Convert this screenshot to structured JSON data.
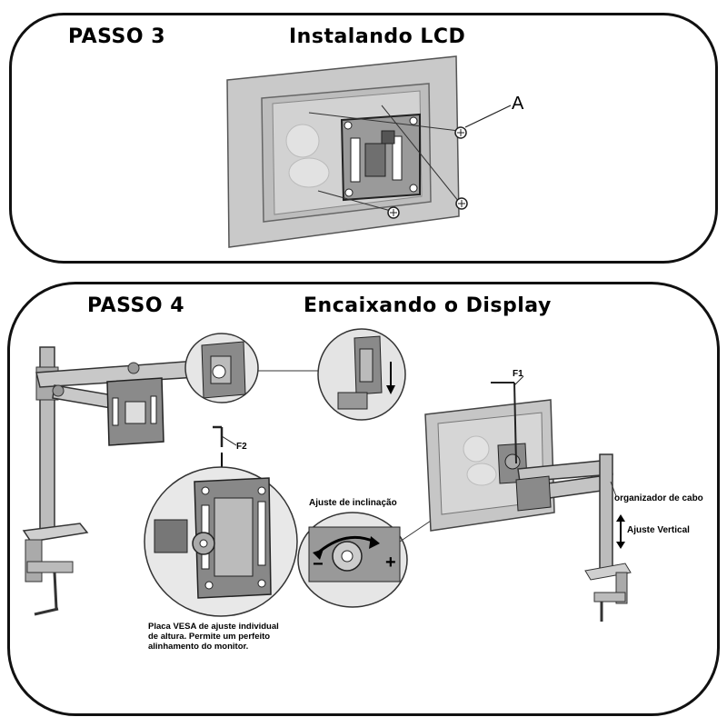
{
  "step3": {
    "label": "PASSO 3",
    "title": "Instalando LCD",
    "callout": "A"
  },
  "step4": {
    "label": "PASSO 4",
    "title": "Encaixando o Display",
    "callout_f1": "F1",
    "callout_f2": "F2",
    "tilt_label": "Ajuste de inclinação",
    "cable_label": "organizador de cabo",
    "vertical_label": "Ajuste Vertical",
    "vesa_caption_line1": "Placa VESA de ajuste individual",
    "vesa_caption_line2": "de altura. Permite  um perfeito",
    "vesa_caption_line3": "alinhamento do monitor.",
    "minus_symbol": "−",
    "plus_symbol": "+"
  }
}
